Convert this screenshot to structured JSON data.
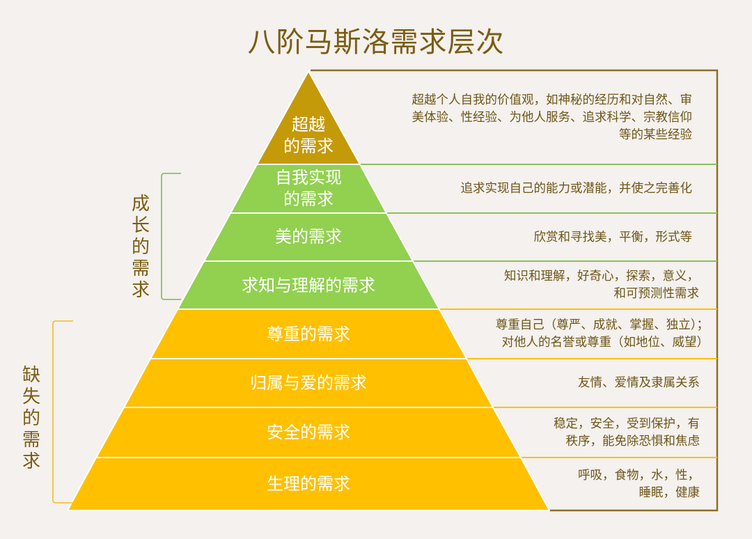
{
  "title": "八阶马斯洛需求层次",
  "colors": {
    "background": "#f4f1ee",
    "title": "#7a5d12",
    "transcendence": "#c49a08",
    "growth": "#92d050",
    "deficiency": "#ffc000",
    "table_border": "#8b6f2a",
    "description_text": "#6e5618"
  },
  "groups": [
    {
      "id": "growth",
      "label": "成长的需求",
      "color": "#92d050"
    },
    {
      "id": "deficiency",
      "label": "缺失的需求",
      "color": "#ffc000"
    }
  ],
  "levels": [
    {
      "name": "超越的需求",
      "name_lines": [
        "超越",
        "的需求"
      ],
      "group": "transcendence",
      "description_lines": [
        "超越个人自我的价值观，如神秘的经历和对自然、审",
        "美体验、性经验、为他人服务、追求科学、宗教信仰",
        "等的某些经验"
      ]
    },
    {
      "name": "自我实现的需求",
      "name_lines": [
        "自我实现",
        "的需求"
      ],
      "group": "growth",
      "description_lines": [
        "追求实现自己的能力或潜能，并使之完善化"
      ]
    },
    {
      "name": "美的需求",
      "name_lines": [
        "美的需求"
      ],
      "group": "growth",
      "description_lines": [
        "欣赏和寻找美，平衡，形式等"
      ]
    },
    {
      "name": "求知与理解的需求",
      "name_lines": [
        "求知与理解的需求"
      ],
      "group": "growth",
      "description_lines": [
        "知识和理解，好奇心，探索，意义，",
        "和可预测性需求"
      ]
    },
    {
      "name": "尊重的需求",
      "name_lines": [
        "尊重的需求"
      ],
      "group": "deficiency",
      "description_lines": [
        "尊重自己（尊严、成就、掌握、独立）；",
        "对他人的名誉或尊重（如地位、威望）"
      ]
    },
    {
      "name": "归属与爱的需求",
      "name_lines": [
        "归属与爱的需求"
      ],
      "group": "deficiency",
      "description_lines": [
        "友情、爱情及隶属关系"
      ]
    },
    {
      "name": "安全的需求",
      "name_lines": [
        "安全的需求"
      ],
      "group": "deficiency",
      "description_lines": [
        "稳定，安全，受到保护，有",
        "秩序，能免除恐惧和焦虑"
      ]
    },
    {
      "name": "生理的需求",
      "name_lines": [
        "生理的需求"
      ],
      "group": "deficiency",
      "description_lines": [
        "呼吸，食物，水，性，",
        "睡眠，健康"
      ]
    }
  ]
}
